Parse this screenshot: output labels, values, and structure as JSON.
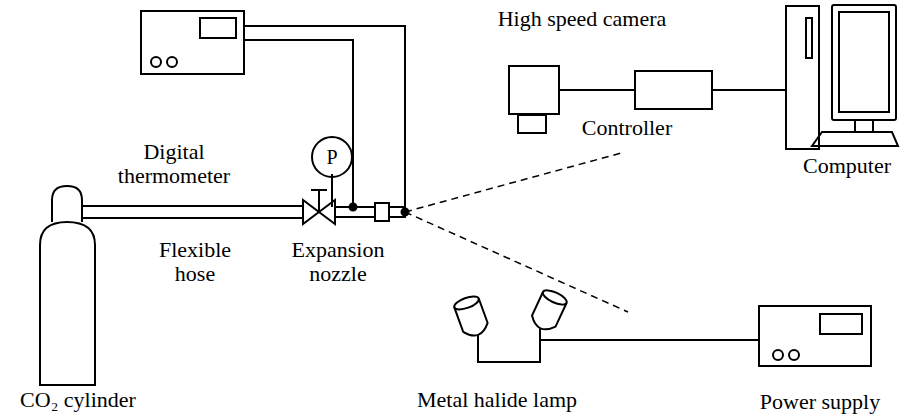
{
  "diagram": {
    "nodes": [
      {
        "text": [
          "High speed camera"
        ]
      },
      {
        "text": [
          "Controller"
        ]
      },
      {
        "text": [
          "Computer"
        ]
      },
      {
        "text": [
          "Digital thermometer"
        ]
      },
      {
        "text": [
          "Power supply"
        ]
      },
      {
        "text": [
          "P"
        ]
      }
    ],
    "edges": [
      {
        "from": 0,
        "to": 1,
        "arrow": "none"
      },
      {
        "from": 1,
        "to": 2,
        "arrow": "none"
      }
    ],
    "labels": [
      "Flexible hose",
      "Expansion nozzle",
      "CO₂ cylinder",
      "Metal halide lamp"
    ]
  }
}
